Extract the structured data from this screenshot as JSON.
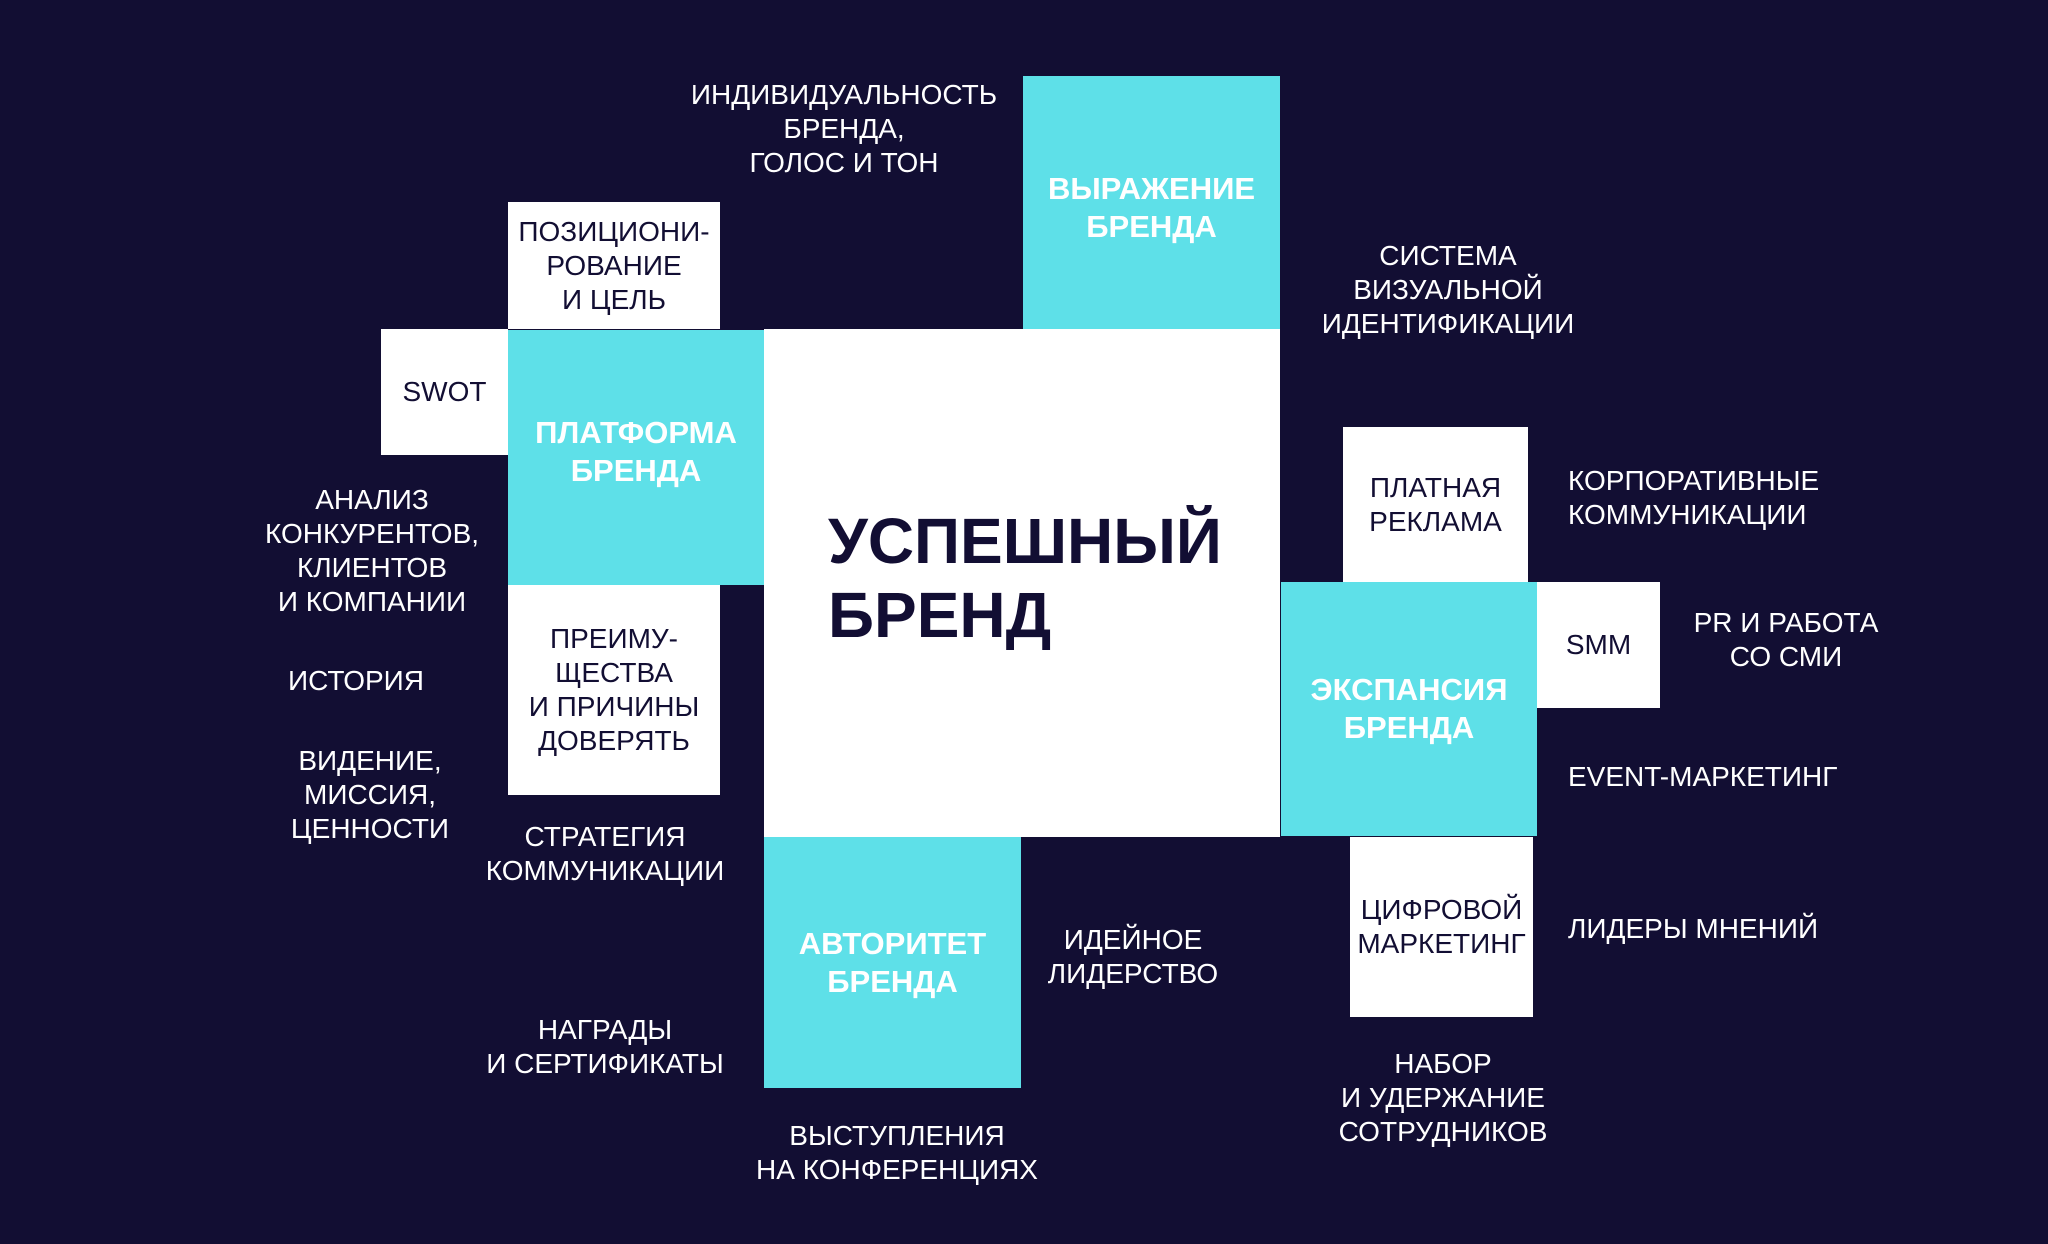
{
  "colors": {
    "background": "#120e33",
    "accent": "#5ee0e8",
    "white": "#ffffff"
  },
  "center": {
    "title": "УСПЕШНЫЙ\nБРЕНД"
  },
  "pillars": {
    "expression": "ВЫРАЖЕНИЕ\nБРЕНДА",
    "platform": "ПЛАТФОРМА\nБРЕНДА",
    "authority": "АВТОРИТЕТ\nБРЕНДА",
    "expansion": "ЭКСПАНСИЯ\nБРЕНДА"
  },
  "boxes": {
    "positioning": "ПОЗИЦИОНИ-\nРОВАНИЕ\nИ ЦЕЛЬ",
    "swot": "SWOT",
    "advantages": "ПРЕИМУ-\nЩЕСТВА\nИ ПРИЧИНЫ\nДОВЕРЯТЬ",
    "paid_ads": "ПЛАТНАЯ\nРЕКЛАМА",
    "smm": "SMM",
    "digital": "ЦИФРОВОЙ\nМАРКЕТИНГ"
  },
  "labels": {
    "individuality": "ИНДИВИДУАЛЬНОСТЬ\nБРЕНДА,\nГОЛОС И ТОН",
    "visual_identity": "СИСТЕМА\nВИЗУАЛЬНОЙ\nИДЕНТИФИКАЦИИ",
    "corporate": "КОРПОРАТИВНЫЕ\nКОММУНИКАЦИИ",
    "pr": "PR И РАБОТА\nСО СМИ",
    "event": "EVENT-МАРКЕТИНГ",
    "influencers": "ЛИДЕРЫ МНЕНИЙ",
    "hiring": "НАБОР\nИ УДЕРЖАНИЕ\nСОТРУДНИКОВ",
    "speaking": "ВЫСТУПЛЕНИЯ\nНА КОНФЕРЕНЦИЯХ",
    "thought_leadership": "ИДЕЙНОЕ\nЛИДЕРСТВО",
    "awards": "НАГРАДЫ\nИ СЕРТИФИКАТЫ",
    "comm_strategy": "СТРАТЕГИЯ\nКОММУНИКАЦИИ",
    "vision": "ВИДЕНИЕ,\nМИССИЯ,\nЦЕННОСТИ",
    "history": "ИСТОРИЯ",
    "analysis": "АНАЛИЗ\nКОНКУРЕНТОВ,\nКЛИЕНТОВ\nИ КОМПАНИИ"
  }
}
